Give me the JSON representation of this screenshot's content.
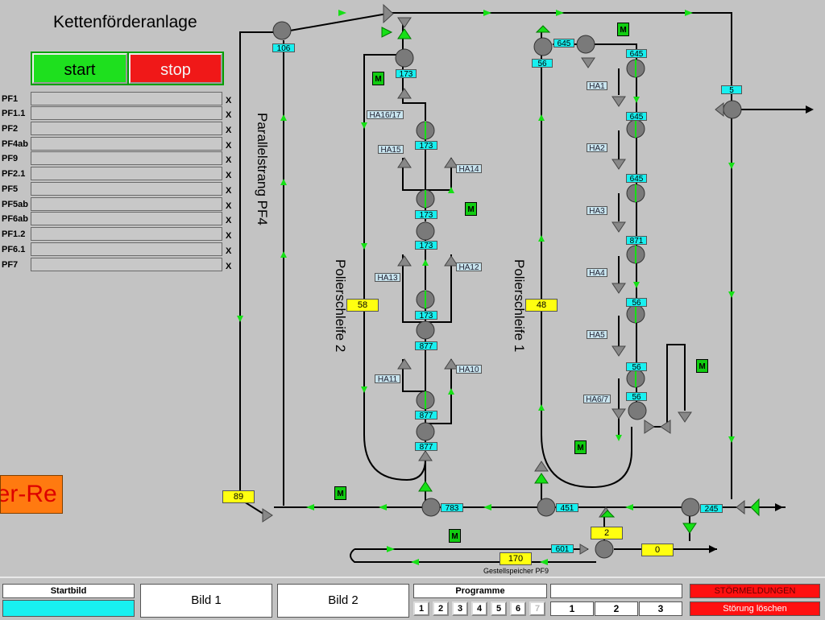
{
  "title": "Kettenförderanlage",
  "controls": {
    "start_label": "start",
    "stop_label": "stop"
  },
  "pf_list": [
    {
      "label": "PF1",
      "x": "X"
    },
    {
      "label": "PF1.1",
      "x": "X"
    },
    {
      "label": "PF2",
      "x": "X"
    },
    {
      "label": "PF4ab",
      "x": "X"
    },
    {
      "label": "PF9",
      "x": "X"
    },
    {
      "label": "PF2.1",
      "x": "X"
    },
    {
      "label": "PF5",
      "x": "X"
    },
    {
      "label": "PF5ab",
      "x": "X"
    },
    {
      "label": "PF6ab",
      "x": "X"
    },
    {
      "label": "PF1.2",
      "x": "X"
    },
    {
      "label": "PF6.1",
      "x": "X"
    },
    {
      "label": "PF7",
      "x": "X"
    }
  ],
  "ticker_text": "ber-Re",
  "section_labels": {
    "parallel": "Parallelstrang PF4",
    "loop2": "Polierschleife 2",
    "loop1": "Polierschleife 1",
    "storage": "Gestellspeicher PF9"
  },
  "motor_label": "M",
  "value_boxes": {
    "v106": "106",
    "v173a": "173",
    "v173b": "173",
    "v173c": "173",
    "v173d": "173",
    "v173e": "173",
    "v877a": "877",
    "v877b": "877",
    "v877c": "877",
    "v783": "783",
    "v451": "451",
    "v245": "245",
    "v601": "601",
    "v56a": "56",
    "v645a": "645",
    "v645b": "645",
    "v645c": "645",
    "v645d": "645",
    "v871": "871",
    "v56b": "56",
    "v56c": "56",
    "v56d": "56",
    "v5": "5",
    "y58": "58",
    "y48": "48",
    "y89": "89",
    "y2": "2",
    "y0": "0",
    "y170": "170"
  },
  "ha_labels": {
    "ha1617": "HA16/17",
    "ha15": "HA15",
    "ha14": "HA14",
    "ha13": "HA13",
    "ha12": "HA12",
    "ha11": "HA11",
    "ha10": "HA10",
    "ha1": "HA1",
    "ha2": "HA2",
    "ha3": "HA3",
    "ha4": "HA4",
    "ha5": "HA5",
    "ha67": "HA6/7"
  },
  "bottom": {
    "startbild": "Startbild",
    "bild1": "Bild 1",
    "bild2": "Bild 2",
    "programme": "Programme",
    "prog_buttons": [
      "1",
      "2",
      "3",
      "4",
      "5",
      "6",
      "7"
    ],
    "num_buttons": [
      "1",
      "2",
      "3"
    ],
    "stoermeldungen": "STÖRMELDUNGEN",
    "stoerung_loeschen": "Störung löschen"
  }
}
